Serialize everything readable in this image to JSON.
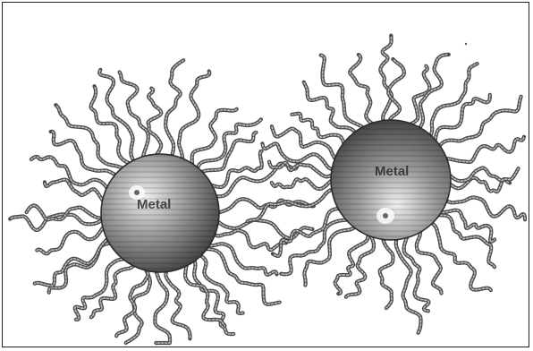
{
  "figure": {
    "particles": [
      {
        "id": "left",
        "core_label": "Metal",
        "ligand_count": 34
      },
      {
        "id": "right",
        "core_label": "Metal",
        "ligand_count": 32
      }
    ],
    "colors": {
      "frame": "#222222",
      "ligand": "#6f6f6f",
      "ligand_dark": "#4a4a4a",
      "core_dark": "#3a3a3a",
      "core_mid": "#8a8a8a",
      "core_light": "#e8e8e8"
    }
  }
}
